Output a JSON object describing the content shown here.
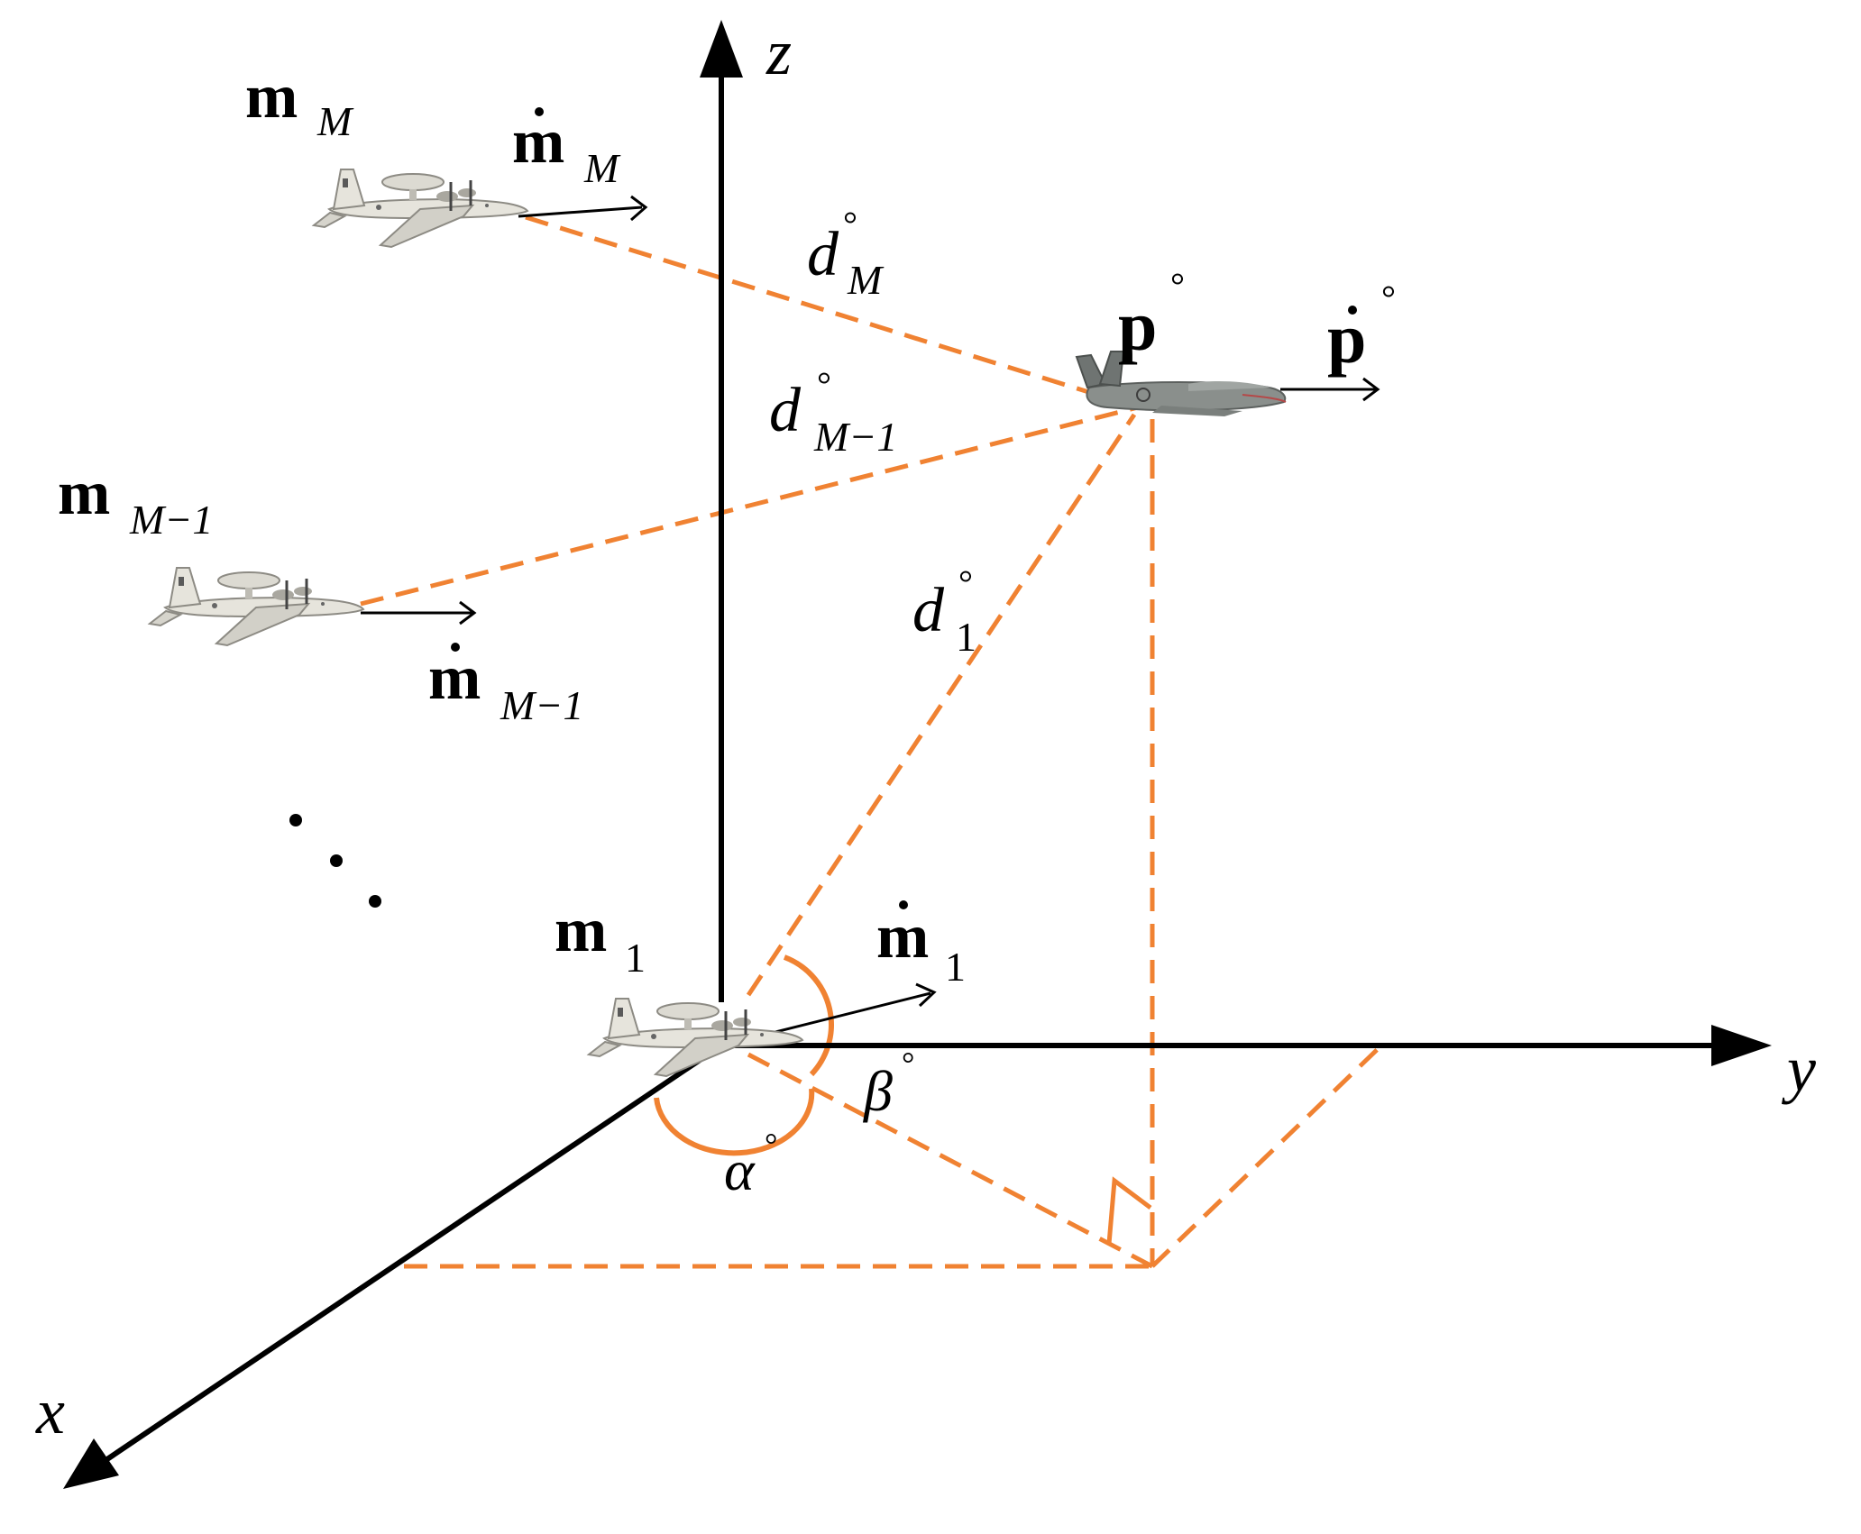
{
  "axes": {
    "x": "x",
    "y": "y",
    "z": "z"
  },
  "sensors": [
    {
      "id": "m1",
      "pos_base": "m",
      "pos_sub": "1",
      "vel_base": "m",
      "vel_sub": "1"
    },
    {
      "id": "mM-1",
      "pos_base": "m",
      "pos_sub": "M−1",
      "vel_base": "m",
      "vel_sub": "M−1"
    },
    {
      "id": "mM",
      "pos_base": "m",
      "pos_sub": "M",
      "vel_base": "m",
      "vel_sub": "M"
    }
  ],
  "target": {
    "pos_base": "p",
    "pos_sup": "°",
    "vel_base": "p",
    "vel_sup": "°"
  },
  "distances": [
    {
      "base": "d",
      "sup": "°",
      "sub": "M"
    },
    {
      "base": "d",
      "sup": "°",
      "sub": "M−1"
    },
    {
      "base": "d",
      "sup": "°",
      "sub": "1"
    }
  ],
  "angles": {
    "alpha": {
      "base": "α",
      "sup": "°"
    },
    "beta": {
      "base": "β",
      "sup": "°"
    }
  },
  "ellipsis": "· · ·",
  "colors": {
    "axis": "#000000",
    "dashed": "#F08232",
    "aircraft_body": "#e6e4dc",
    "uav_body": "#8a8f8c"
  },
  "icons": {
    "sensor_aircraft": "awacs-aircraft-icon",
    "target_aircraft": "uav-icon"
  }
}
